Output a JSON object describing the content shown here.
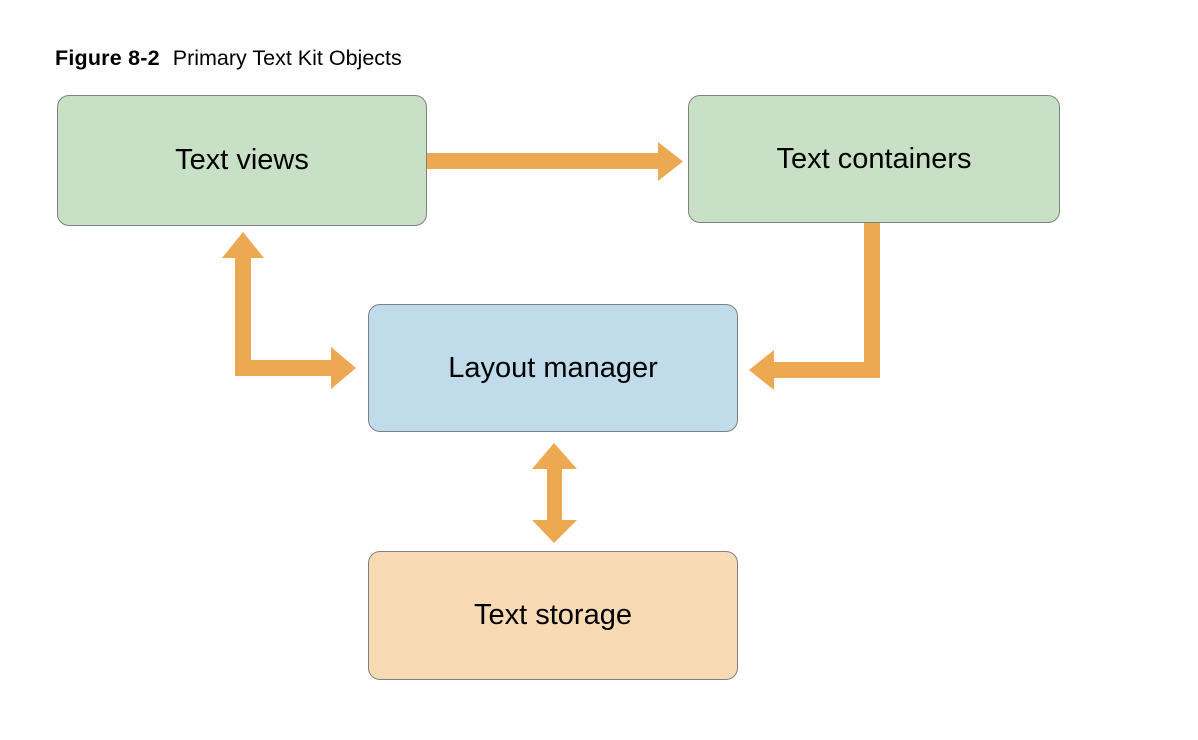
{
  "figure": {
    "label": "Figure 8-2",
    "caption": "Primary Text Kit Objects"
  },
  "nodes": {
    "text_views": {
      "label": "Text views",
      "fill": "#c8e0c6"
    },
    "text_containers": {
      "label": "Text containers",
      "fill": "#c8e0c6"
    },
    "layout_manager": {
      "label": "Layout manager",
      "fill": "#c0dcea"
    },
    "text_storage": {
      "label": "Text storage",
      "fill": "#f8dbb5"
    }
  },
  "arrows": {
    "color": "#eda951",
    "connections": [
      {
        "from": "Text views",
        "to": "Text containers",
        "direction": "one-way",
        "shape": "straight-horizontal"
      },
      {
        "from": "Text views",
        "to": "Layout manager",
        "direction": "two-way",
        "shape": "elbow-left"
      },
      {
        "from": "Text containers",
        "to": "Layout manager",
        "direction": "one-way",
        "shape": "elbow-right"
      },
      {
        "from": "Layout manager",
        "to": "Text storage",
        "direction": "two-way",
        "shape": "straight-vertical"
      }
    ]
  },
  "colors": {
    "background": "#ffffff",
    "node_border": "#808080",
    "text": "#000000",
    "green_fill": "#c8e0c6",
    "blue_fill": "#c0dcea",
    "peach_fill": "#f8dbb5",
    "arrow": "#eda951"
  }
}
